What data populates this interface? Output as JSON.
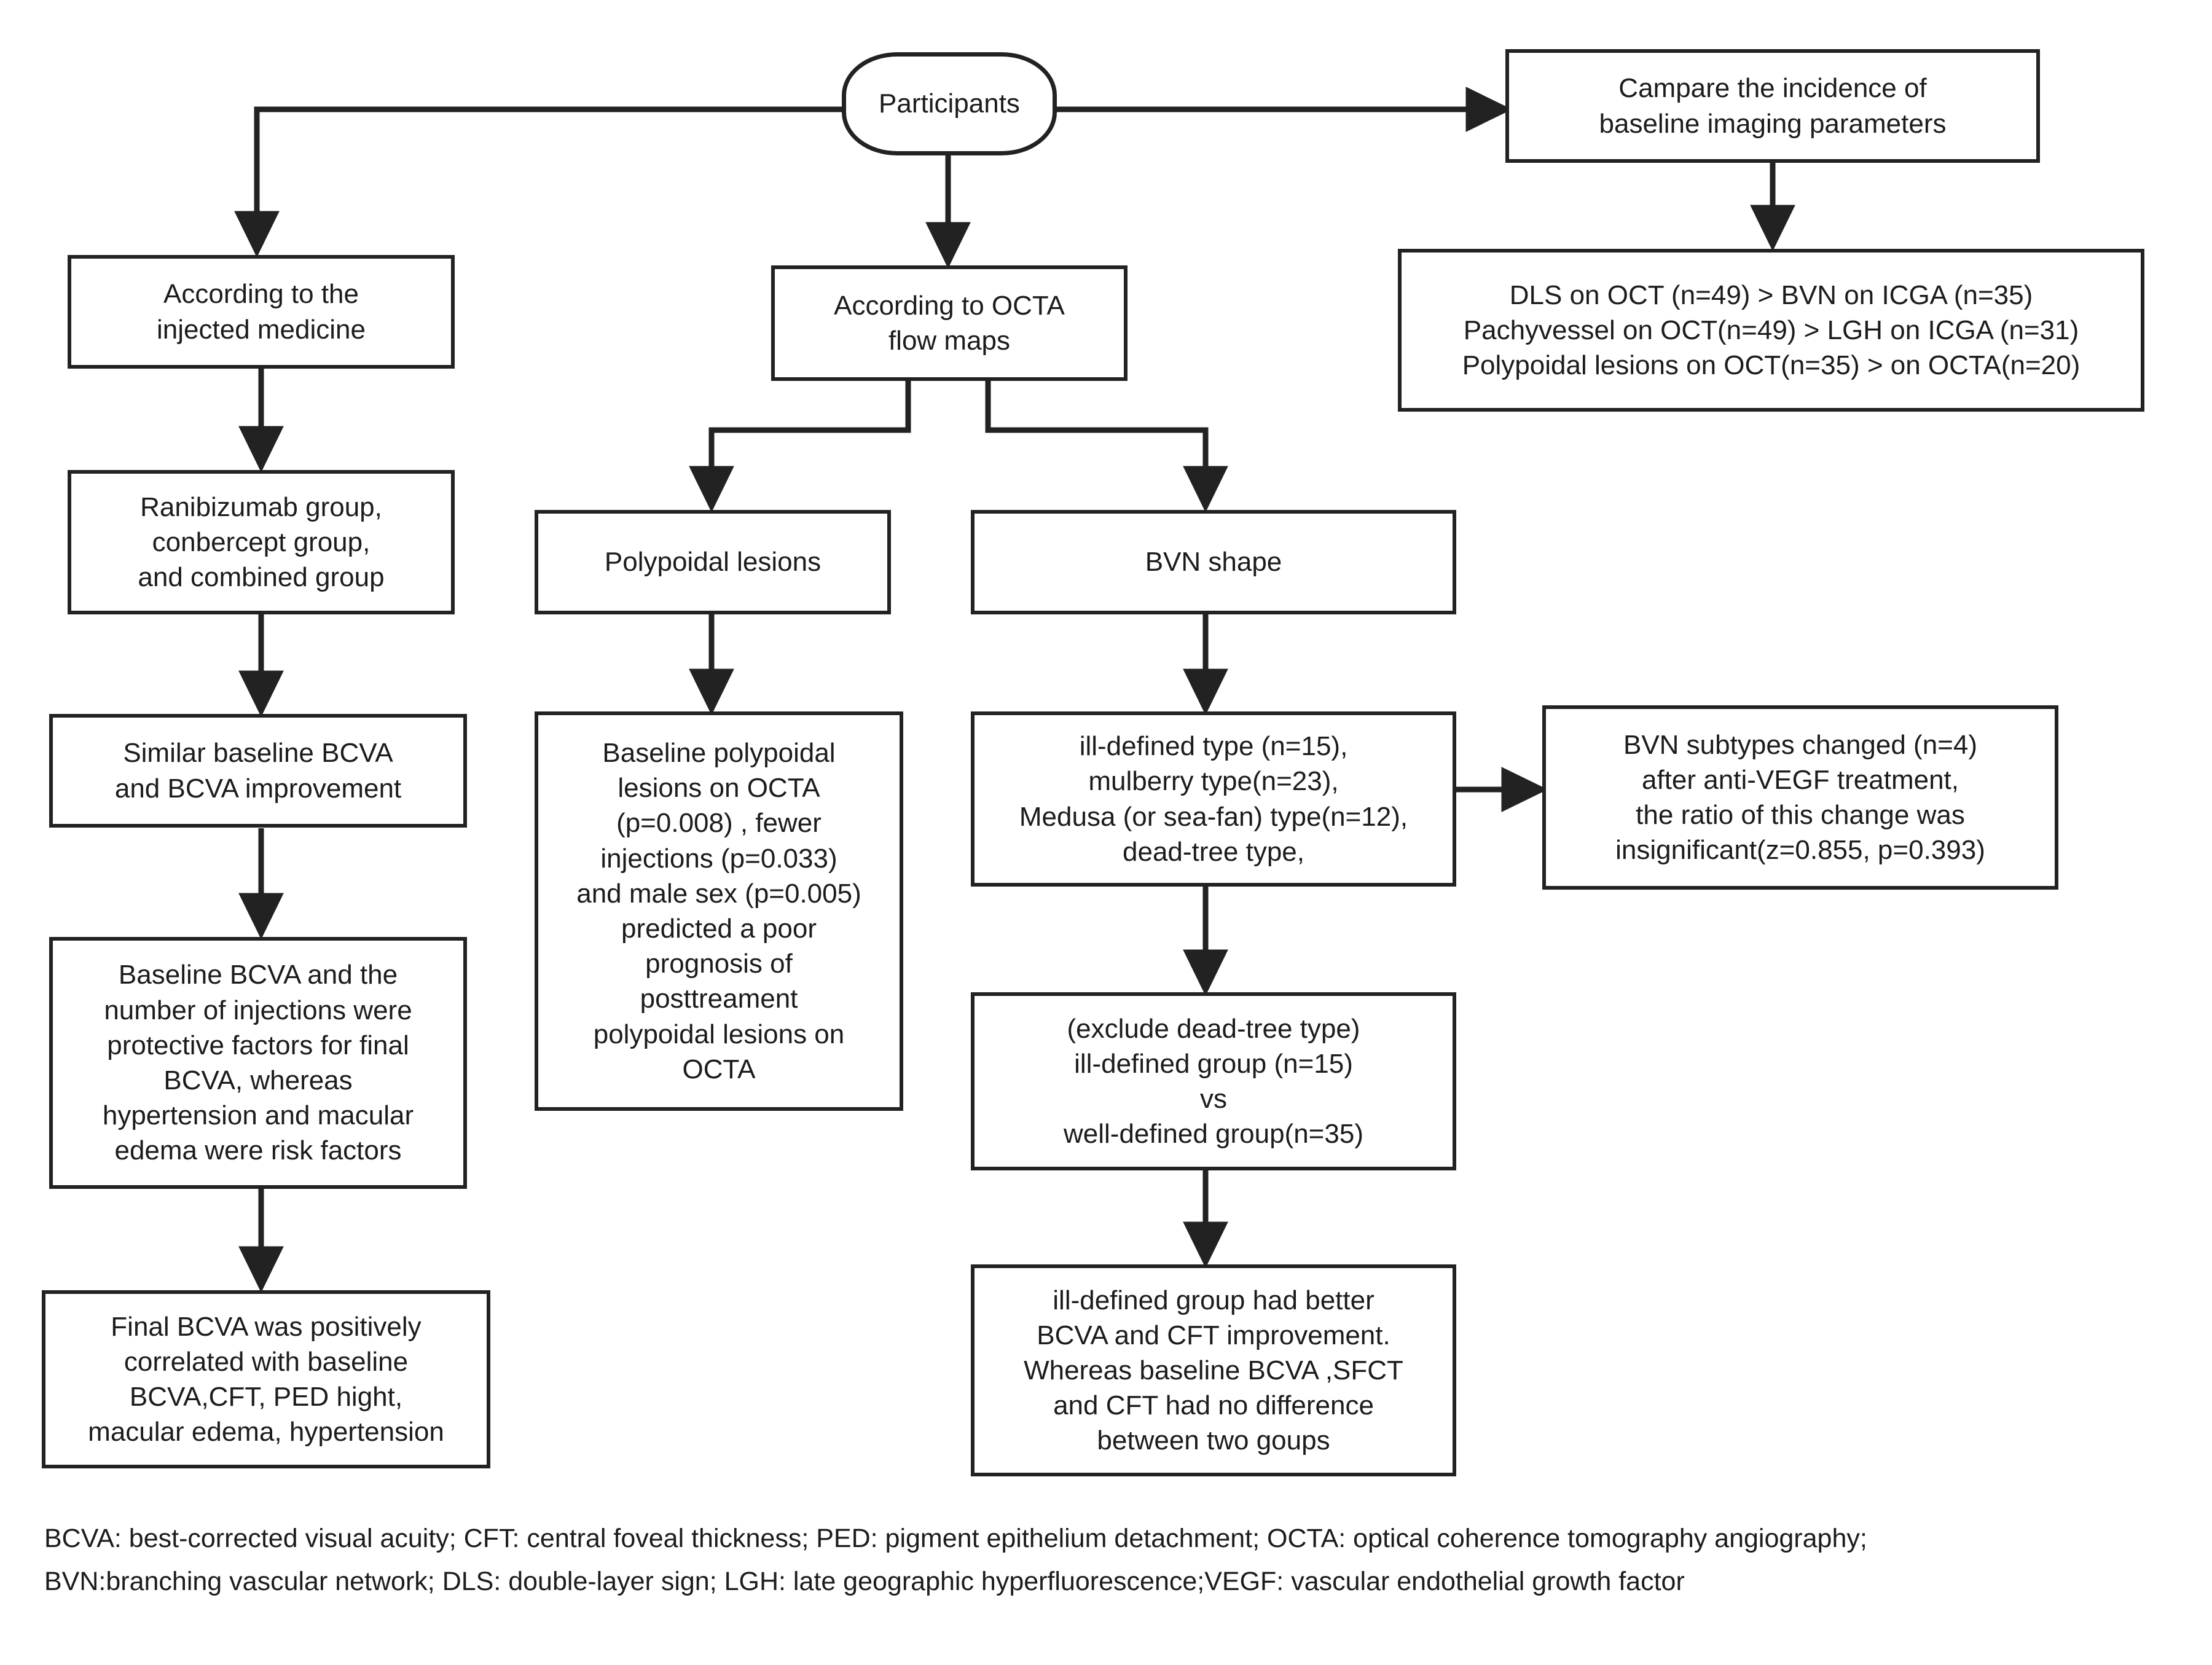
{
  "diagram": {
    "type": "flowchart",
    "title": "Study flow diagram of polypoidal choroidal vasculopathy imaging and treatment outcomes",
    "line_color": "#222222",
    "background": "#ffffff",
    "nodes": {
      "participants": {
        "label": "Participants",
        "shape": "terminator"
      },
      "compare_incidence": {
        "label": "Campare the incidence of\nbaseline imaging parameters",
        "shape": "rect"
      },
      "imaging_results": {
        "label": "DLS on OCT (n=49) > BVN on ICGA (n=35)\nPachyvessel on OCT(n=49) > LGH on ICGA (n=31)\nPolypoidal lesions on OCT(n=35) > on OCTA(n=20)",
        "shape": "rect"
      },
      "according_medicine": {
        "label": "According to the\ninjected medicine",
        "shape": "rect"
      },
      "groups": {
        "label": "Ranibizumab group,\nconbercept group,\nand combined group",
        "shape": "rect"
      },
      "similar_bcva": {
        "label": "Similar baseline BCVA\nand BCVA improvement",
        "shape": "rect"
      },
      "protective_factors": {
        "label": "Baseline BCVA and the\nnumber of injections were\nprotective factors for final\nBCVA, whereas\nhypertension and macular\nedema were risk factors",
        "shape": "rect"
      },
      "final_bcva": {
        "label": "Final BCVA was positively\ncorrelated with  baseline\nBCVA,CFT, PED hight,\nmacular edema, hypertension",
        "shape": "rect"
      },
      "according_octa": {
        "label": "According to OCTA\nflow maps",
        "shape": "rect"
      },
      "polypoidal_lesions": {
        "label": "Polypoidal lesions",
        "shape": "rect"
      },
      "polypoidal_outcome": {
        "label": "Baseline polypoidal\nlesions on OCTA\n(p=0.008) , fewer\ninjections (p=0.033)\nand male sex (p=0.005)\npredicted a poor\nprognosis of\nposttreament\npolypoidal lesions on\nOCTA",
        "shape": "rect"
      },
      "bvn_shape": {
        "label": "BVN shape",
        "shape": "rect"
      },
      "bvn_types": {
        "label": "ill-defined type (n=15),\nmulberry type(n=23),\nMedusa (or sea-fan) type(n=12),\ndead-tree type,",
        "shape": "rect"
      },
      "bvn_subtypes_changed": {
        "label": "BVN subtypes changed (n=4)\nafter anti-VEGF treatment,\nthe ratio of this change was\ninsignificant(z=0.855, p=0.393)",
        "shape": "rect"
      },
      "group_comparison": {
        "label": "(exclude dead-tree type)\nill-defined group (n=15)\nvs\nwell-defined group(n=35)",
        "shape": "rect"
      },
      "comparison_result": {
        "label": "ill-defined group had better\nBCVA and CFT improvement.\nWhereas baseline BCVA ,SFCT\nand CFT had no difference\nbetween two goups",
        "shape": "rect"
      }
    },
    "edges": [
      {
        "from": "participants",
        "to": "according_medicine",
        "style": "elbow-left-down"
      },
      {
        "from": "participants",
        "to": "compare_incidence",
        "style": "straight-right"
      },
      {
        "from": "participants",
        "to": "according_octa",
        "style": "straight-down"
      },
      {
        "from": "compare_incidence",
        "to": "imaging_results",
        "style": "straight-down"
      },
      {
        "from": "according_medicine",
        "to": "groups",
        "style": "straight-down"
      },
      {
        "from": "groups",
        "to": "similar_bcva",
        "style": "straight-down"
      },
      {
        "from": "similar_bcva",
        "to": "protective_factors",
        "style": "straight-down"
      },
      {
        "from": "protective_factors",
        "to": "final_bcva",
        "style": "straight-down"
      },
      {
        "from": "according_octa",
        "to": "polypoidal_lesions",
        "style": "elbow-split-left"
      },
      {
        "from": "according_octa",
        "to": "bvn_shape",
        "style": "elbow-split-right"
      },
      {
        "from": "polypoidal_lesions",
        "to": "polypoidal_outcome",
        "style": "straight-down"
      },
      {
        "from": "bvn_shape",
        "to": "bvn_types",
        "style": "straight-down"
      },
      {
        "from": "bvn_types",
        "to": "bvn_subtypes_changed",
        "style": "straight-right"
      },
      {
        "from": "bvn_types",
        "to": "group_comparison",
        "style": "straight-down"
      },
      {
        "from": "group_comparison",
        "to": "comparison_result",
        "style": "straight-down"
      }
    ]
  },
  "legend": {
    "line1": "BCVA: best-corrected visual acuity; CFT: central foveal thickness; PED: pigment epithelium detachment; OCTA: optical coherence tomography angiography;",
    "line2": "BVN:branching vascular network; DLS: double-layer sign; LGH: late geographic hyperfluorescence;VEGF: vascular endothelial growth factor"
  }
}
